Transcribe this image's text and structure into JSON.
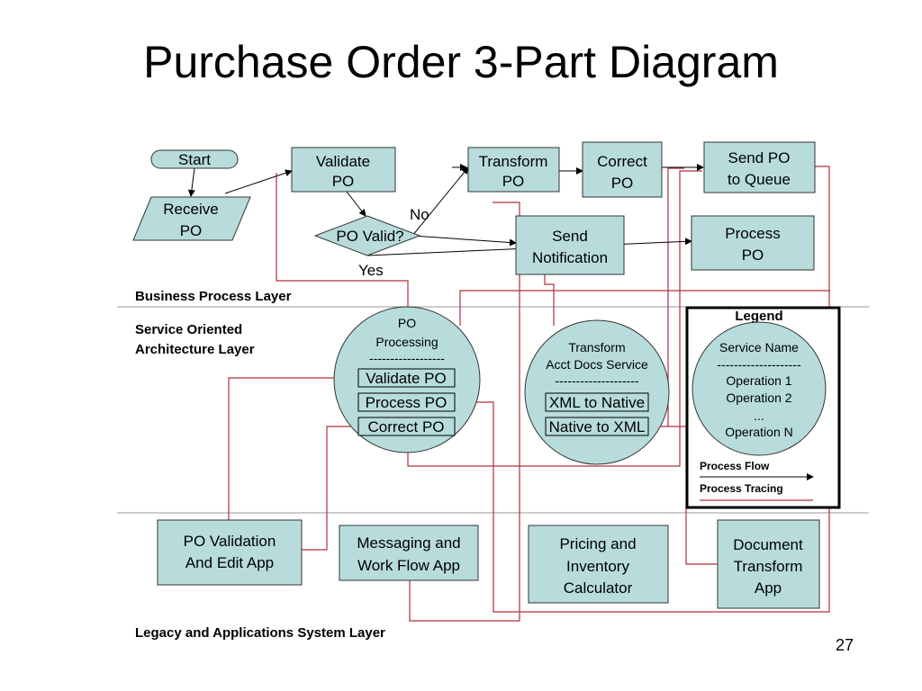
{
  "title": "Purchase Order 3-Part Diagram",
  "page_number": "27",
  "layers": {
    "business": "Business Process Layer",
    "soa_line1": "Service Oriented",
    "soa_line2": "Architecture Layer",
    "legacy": "Legacy and Applications System Layer"
  },
  "business_process": {
    "start": "Start",
    "receive_po": [
      "Receive",
      "PO"
    ],
    "validate_po": [
      "Validate",
      "PO"
    ],
    "po_valid": "PO Valid?",
    "no_label": "No",
    "yes_label": "Yes",
    "transform_po": [
      "Transform",
      "PO"
    ],
    "correct_po": [
      "Correct",
      "PO"
    ],
    "send_po_to_queue": [
      "Send PO",
      "to Queue"
    ],
    "send_notification": [
      "Send",
      "Notification"
    ],
    "process_po": [
      "Process",
      "PO"
    ]
  },
  "services": {
    "po_processing": {
      "name": [
        "PO",
        "Processing"
      ],
      "divider": "------------------",
      "operations": [
        "Validate PO",
        "Process PO",
        "Correct PO"
      ]
    },
    "transform_acct": {
      "name": [
        "Transform",
        "Acct Docs Service"
      ],
      "divider": "--------------------",
      "operations": [
        "XML to Native",
        "Native to XML"
      ]
    }
  },
  "legend": {
    "title": "Legend",
    "service_name": "Service Name",
    "divider": "--------------------",
    "operations": [
      "Operation 1",
      "Operation 2",
      "...",
      "Operation N"
    ],
    "process_flow": "Process Flow",
    "process_tracing": "Process Tracing"
  },
  "apps": {
    "po_validation": [
      "PO Validation",
      "And Edit App"
    ],
    "messaging": [
      "Messaging and",
      "Work Flow App"
    ],
    "pricing": [
      "Pricing and",
      "Inventory",
      "Calculator"
    ],
    "doc_transform": [
      "Document",
      "Transform",
      "App"
    ]
  },
  "colors": {
    "box_fill": "#b8dcdc",
    "tracing_line": "#b0303a",
    "flow_line": "#000000"
  }
}
